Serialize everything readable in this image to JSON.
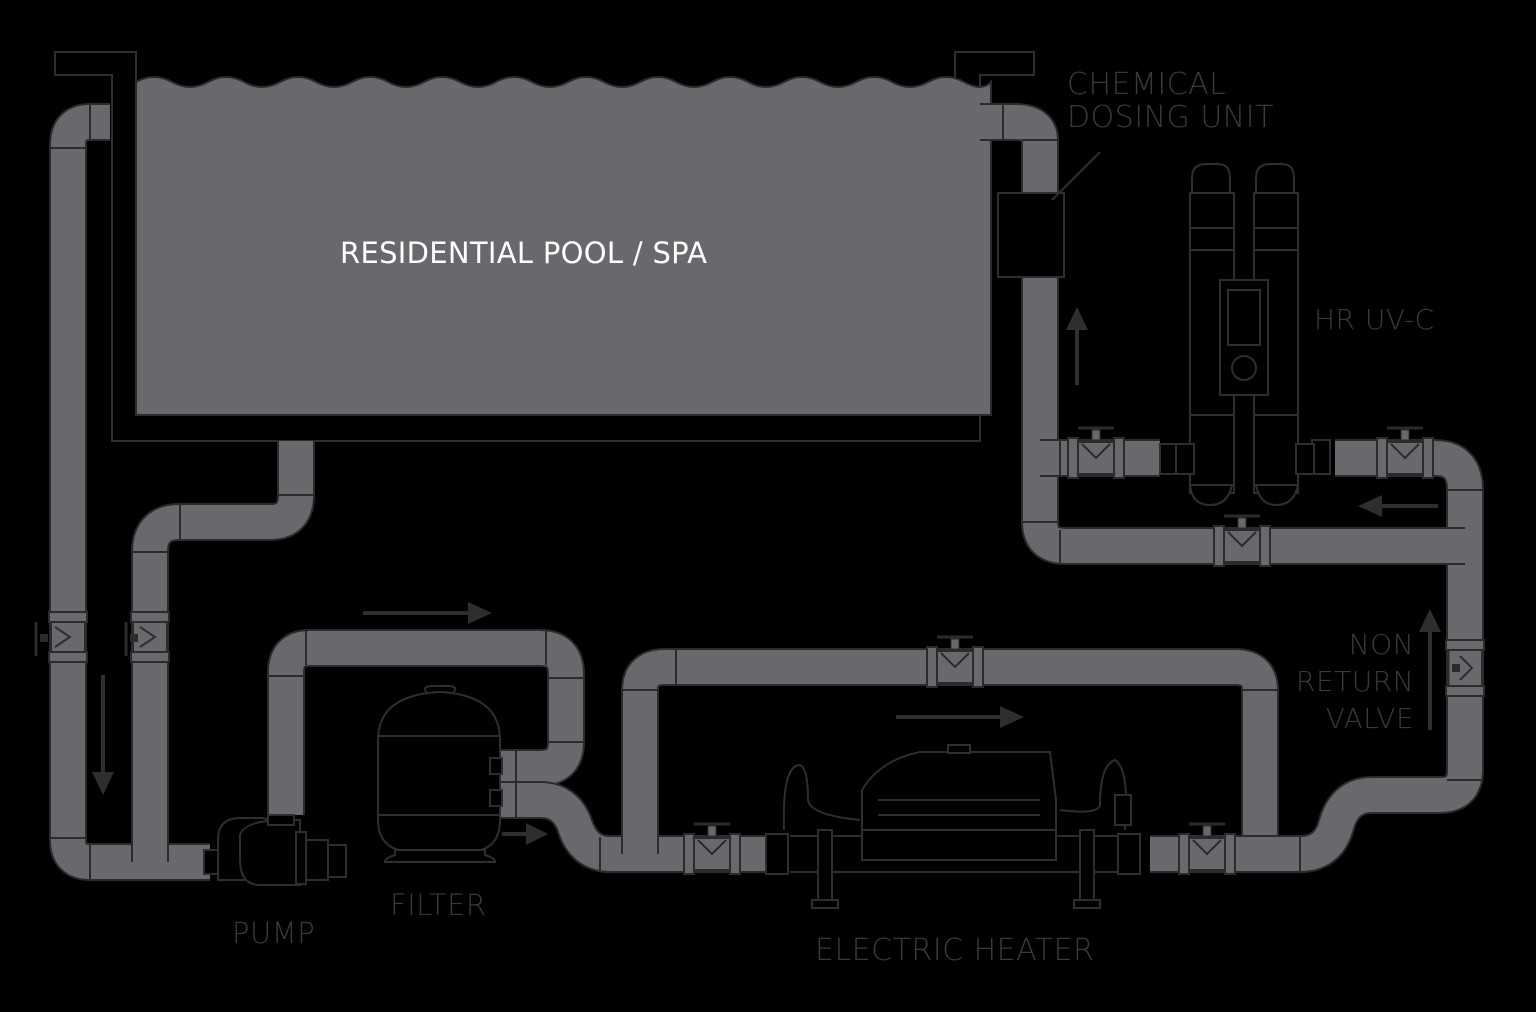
{
  "diagram": {
    "type": "pool plumbing schematic",
    "colors": {
      "background": "#000000",
      "pipe_fill": "#6b686d",
      "pool_fill": "#6b686d",
      "outline": "#2b2b2b",
      "label_text": "#3a3a3a",
      "title_text": "#ffffff",
      "arrow": "#2e2e2e"
    },
    "pool": {
      "label": "RESIDENTIAL POOL / SPA"
    },
    "components": {
      "chemical_dosing": {
        "label_line1": "CHEMICAL",
        "label_line2": "DOSING UNIT"
      },
      "uv": {
        "label": "HR UV-C"
      },
      "non_return_valve": {
        "label_line1": "NON",
        "label_line2": "RETURN",
        "label_line3": "VALVE"
      },
      "pump": {
        "label": "PUMP"
      },
      "filter": {
        "label": "FILTER"
      },
      "heater": {
        "label": "ELECTRIC HEATER"
      }
    },
    "flow_arrows": [
      {
        "id": "down-left",
        "direction": "down"
      },
      {
        "id": "right-top-filter",
        "direction": "right"
      },
      {
        "id": "right-filter-outlet",
        "direction": "right"
      },
      {
        "id": "right-heater",
        "direction": "right"
      },
      {
        "id": "up-nrv",
        "direction": "up"
      },
      {
        "id": "left-uv-return",
        "direction": "left"
      },
      {
        "id": "up-dosing",
        "direction": "up"
      }
    ],
    "valves": [
      "left-return-check-valve",
      "left-suction-check-valve",
      "heater-bypass-valve",
      "heater-inlet-valve",
      "heater-outlet-valve",
      "uv-inlet-valve",
      "uv-outlet-valve",
      "uv-bypass-valve",
      "non-return-valve"
    ]
  }
}
